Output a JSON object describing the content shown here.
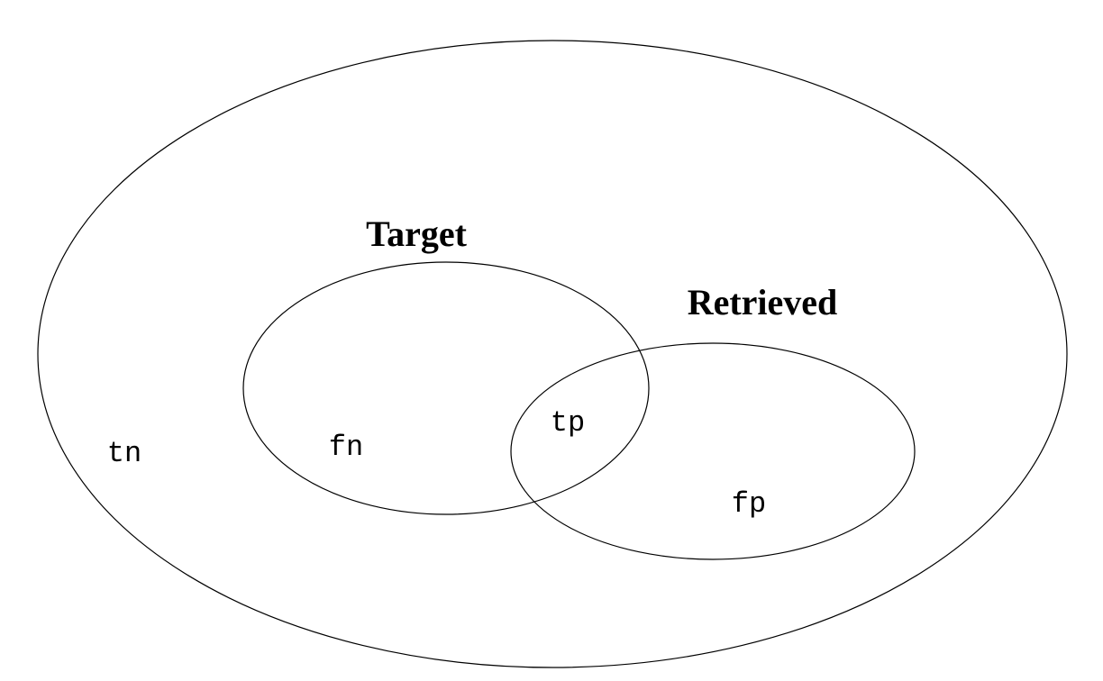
{
  "figure": {
    "type": "venn",
    "colors": {
      "background": "#ffffff",
      "stroke": "#000000",
      "text": "#000000"
    },
    "set_labels": [
      {
        "id": "target",
        "text": "Target"
      },
      {
        "id": "retrieved",
        "text": "Retrieved"
      }
    ],
    "region_labels": [
      {
        "id": "tn",
        "text": "tn"
      },
      {
        "id": "fn",
        "text": "fn"
      },
      {
        "id": "tp",
        "text": "tp"
      },
      {
        "id": "fp",
        "text": "fp"
      }
    ]
  }
}
